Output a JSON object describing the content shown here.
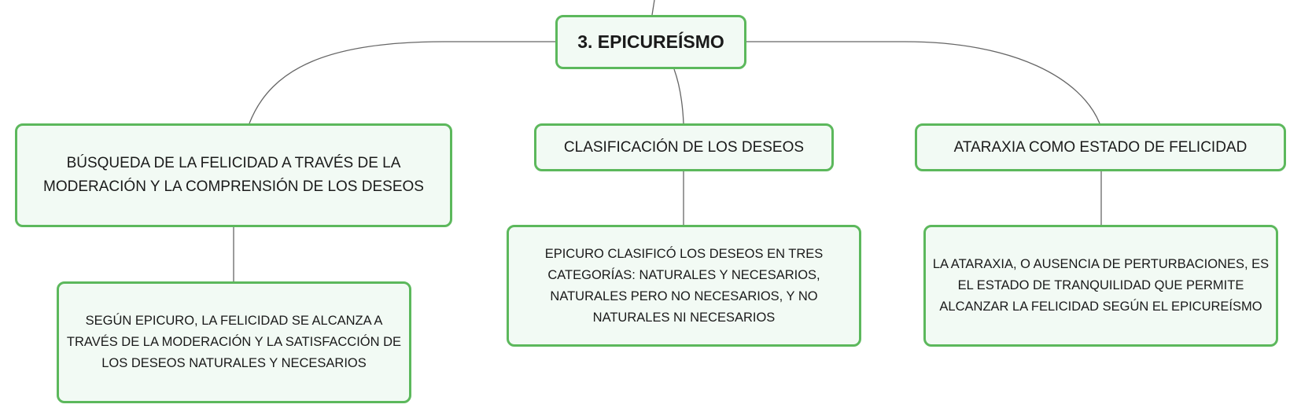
{
  "diagram": {
    "root": {
      "label": "3. EPICUREÍSMO"
    },
    "branches": [
      {
        "title": "BÚSQUEDA DE LA FELICIDAD A TRAVÉS DE LA MODERACIÓN Y LA COMPRENSIÓN DE LOS DESEOS",
        "detail": "SEGÚN EPICURO, LA FELICIDAD SE ALCANZA A TRAVÉS DE LA MODERACIÓN Y LA SATISFACCIÓN DE LOS DESEOS NATURALES Y NECESARIOS"
      },
      {
        "title": "CLASIFICACIÓN DE LOS DESEOS",
        "detail": "EPICURO CLASIFICÓ LOS DESEOS EN TRES CATEGORÍAS: NATURALES Y NECESARIOS, NATURALES PERO NO NECESARIOS, Y NO NATURALES NI NECESARIOS"
      },
      {
        "title": "ATARAXIA COMO ESTADO DE FELICIDAD",
        "detail": "LA ATARAXIA, O AUSENCIA DE PERTURBACIONES, ES EL ESTADO DE TRANQUILIDAD QUE PERMITE ALCANZAR LA FELICIDAD SEGÚN EL EPICUREÍSMO"
      }
    ]
  },
  "colors": {
    "node_border": "#5cb85c",
    "node_fill": "#f2faf4",
    "connector": "#666666"
  }
}
